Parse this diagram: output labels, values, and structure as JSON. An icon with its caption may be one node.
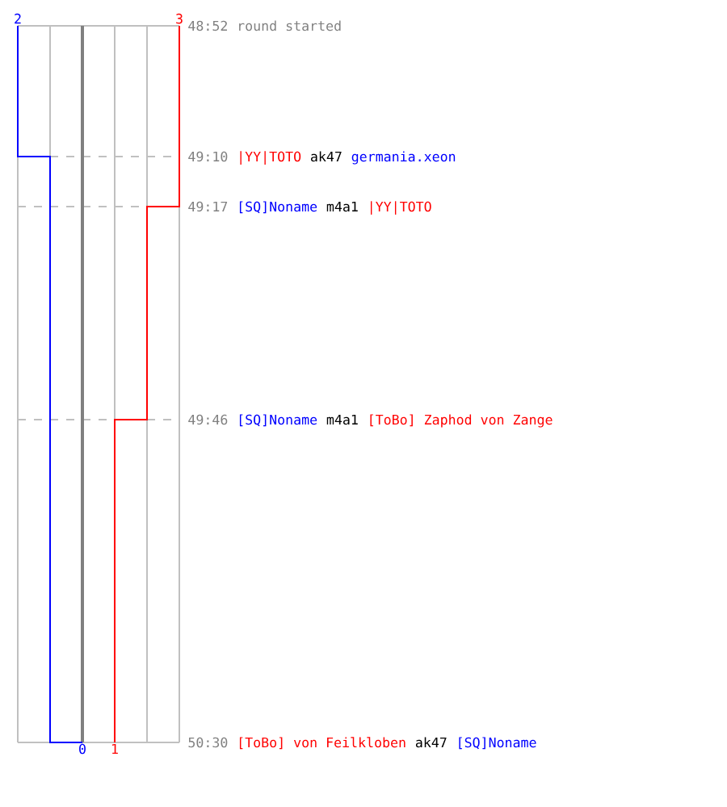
{
  "diagram": {
    "labels": [
      "2",
      "3",
      "48:52",
      "round started",
      "49:10",
      "|YY|TOTO",
      "ak47",
      "germania.xeon",
      "49:17",
      "[SQ]Noname",
      "m4a1",
      "|YY|TOTO",
      "49:46",
      "[SQ]Noname",
      "m4a1",
      "[ToBo] Zaphod von Zange",
      "0",
      "1",
      "50:30",
      "[ToBo] von Feilkloben",
      "ak47",
      "[SQ]Noname"
    ]
  }
}
